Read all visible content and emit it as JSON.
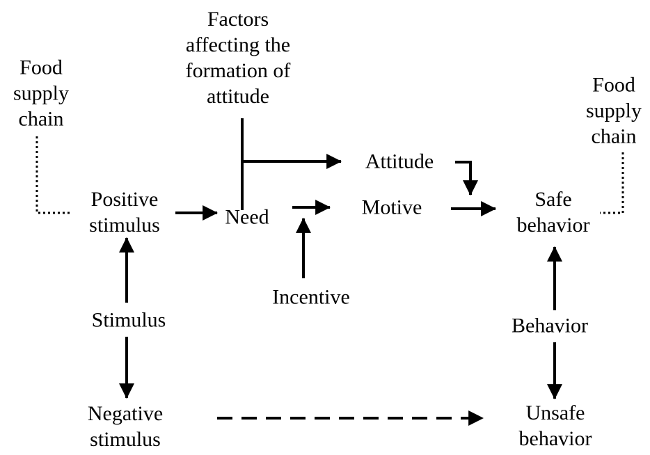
{
  "nodes": {
    "factors": [
      "Factors",
      "affecting the",
      "formation of",
      "attitude"
    ],
    "food_left": [
      "Food",
      "supply",
      "chain"
    ],
    "food_right": [
      "Food",
      "supply",
      "chain"
    ],
    "attitude": [
      "Attitude"
    ],
    "positive": [
      "Positive",
      "stimulus"
    ],
    "need": [
      "Need"
    ],
    "motive": [
      "Motive"
    ],
    "safe": [
      "Safe",
      "behavior"
    ],
    "incentive": [
      "Incentive"
    ],
    "stimulus": [
      "Stimulus"
    ],
    "behavior": [
      "Behavior"
    ],
    "negative": [
      "Negative",
      "stimulus"
    ],
    "unsafe": [
      "Unsafe",
      "behavior"
    ]
  },
  "edges": [
    {
      "from": "factors",
      "to": "attitude",
      "style": "solid"
    },
    {
      "from": "positive",
      "to": "need",
      "style": "solid"
    },
    {
      "from": "need",
      "to": "motive",
      "style": "solid"
    },
    {
      "from": "incentive",
      "to": "need",
      "style": "solid"
    },
    {
      "from": "attitude",
      "to": "safe",
      "style": "solid"
    },
    {
      "from": "motive",
      "to": "safe",
      "style": "solid"
    },
    {
      "from": "stimulus",
      "to": "positive",
      "style": "solid"
    },
    {
      "from": "stimulus",
      "to": "negative",
      "style": "solid"
    },
    {
      "from": "behavior",
      "to": "safe",
      "style": "solid"
    },
    {
      "from": "behavior",
      "to": "unsafe",
      "style": "solid"
    },
    {
      "from": "negative",
      "to": "unsafe",
      "style": "dashed"
    },
    {
      "from": "food_left",
      "to": "positive",
      "style": "dotted"
    },
    {
      "from": "food_right",
      "to": "safe",
      "style": "dotted"
    }
  ],
  "colors": {
    "ink": "#000000",
    "background": "#ffffff"
  }
}
